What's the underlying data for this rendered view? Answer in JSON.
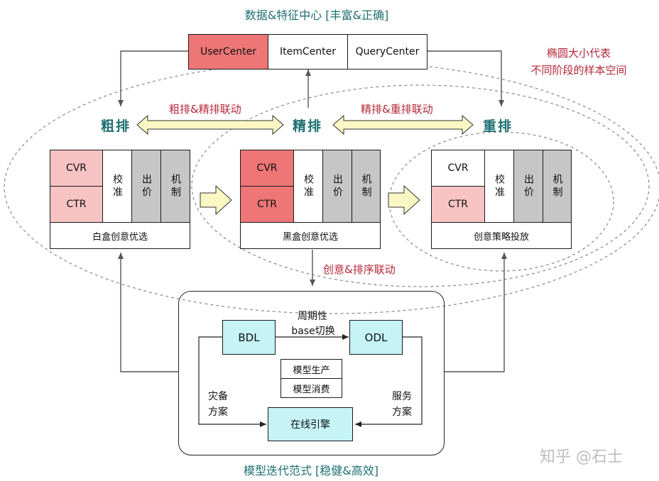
{
  "top": {
    "title": "数据&特征中心 [丰富&正确]",
    "cells": [
      "UserCenter",
      "ItemCenter",
      "QueryCenter"
    ]
  },
  "note": {
    "line1": "椭圆大小代表",
    "line2": "不同阶段的样本空间"
  },
  "stages": {
    "coarse": "粗排",
    "fine": "精排",
    "rerank": "重排"
  },
  "links": {
    "coarse_fine": "粗排&精排联动",
    "fine_rerank": "精排&重排联动",
    "creative_rank": "创意&排序联动"
  },
  "blocks": [
    {
      "cvr": "CVR",
      "ctr": "CTR",
      "calib": "校准",
      "bid": "出价",
      "mech": "机制",
      "label": "白盒创意优选"
    },
    {
      "cvr": "CVR",
      "ctr": "CTR",
      "calib": "校准",
      "bid": "出价",
      "mech": "机制",
      "label": "黑盒创意优选"
    },
    {
      "cvr": "CVR",
      "ctr": "CTR",
      "calib": "校准",
      "bid": "出价",
      "mech": "机制",
      "label": "创意策略投放"
    }
  ],
  "model": {
    "bdl": "BDL",
    "odl": "ODL",
    "switch_line1": "周期性",
    "switch_line2": "base切换",
    "produce": "模型生产",
    "consume": "模型消费",
    "backup_line1": "灾备",
    "backup_line2": "方案",
    "service_line1": "服务",
    "service_line2": "方案",
    "engine": "在线引擎",
    "title": "模型迭代范式 [稳健&高效]"
  },
  "watermark": "知乎 @石士",
  "colors": {
    "teal": "#1e6f72",
    "red_text": "#b3283a",
    "pink": "#f7c4c3",
    "pink_dark": "#ee7676",
    "grey": "#c6c6c6",
    "cyan": "#c5f3f6",
    "arrow_fill": "#fbf7c4"
  }
}
